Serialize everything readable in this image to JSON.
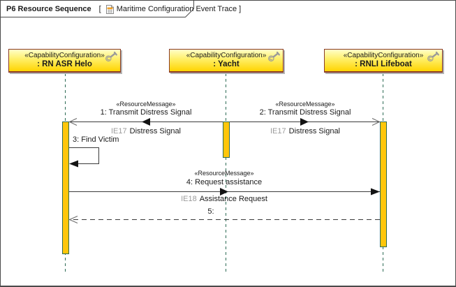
{
  "frame": {
    "title": "P6 Resource Sequence",
    "open_bracket": "[",
    "close_bracket": "]",
    "diagram_name": "Maritime Configuration Event Trace"
  },
  "lifelines": [
    {
      "stereotype": "«CapabilityConfiguration»",
      "name": ": RN ASR Helo"
    },
    {
      "stereotype": "«CapabilityConfiguration»",
      "name": ": Yacht"
    },
    {
      "stereotype": "«CapabilityConfiguration»",
      "name": ": RNLI Lifeboat"
    }
  ],
  "messages": [
    {
      "stereotype": "«ResourceMessage»",
      "label": "1: Transmit Distress Signal",
      "flow": {
        "id": "IE17",
        "name": "Distress Signal"
      }
    },
    {
      "stereotype": "«ResourceMessage»",
      "label": "2: Transmit Distress Signal",
      "flow": {
        "id": "IE17",
        "name": "Distress Signal"
      }
    },
    {
      "label": "3: Find Victim"
    },
    {
      "stereotype": "«ResourceMessage»",
      "label": "4: Request assistance",
      "flow": {
        "id": "IE18",
        "name": "Assistance Request"
      }
    },
    {
      "label": "5:"
    }
  ],
  "colors": {
    "header_fill_top": "#ffffc9",
    "header_fill_bottom": "#ffd400",
    "header_border": "#8a3b27",
    "activation_fill": "#ffc60a",
    "activation_border": "#2d6b55",
    "lifeline_dash": "#2d6b55",
    "message_line": "#3a3a3a",
    "flow_id_text": "#9b9b9b",
    "frame_border": "#4a4a4a",
    "doc_icon_accent": "#f0a028"
  }
}
